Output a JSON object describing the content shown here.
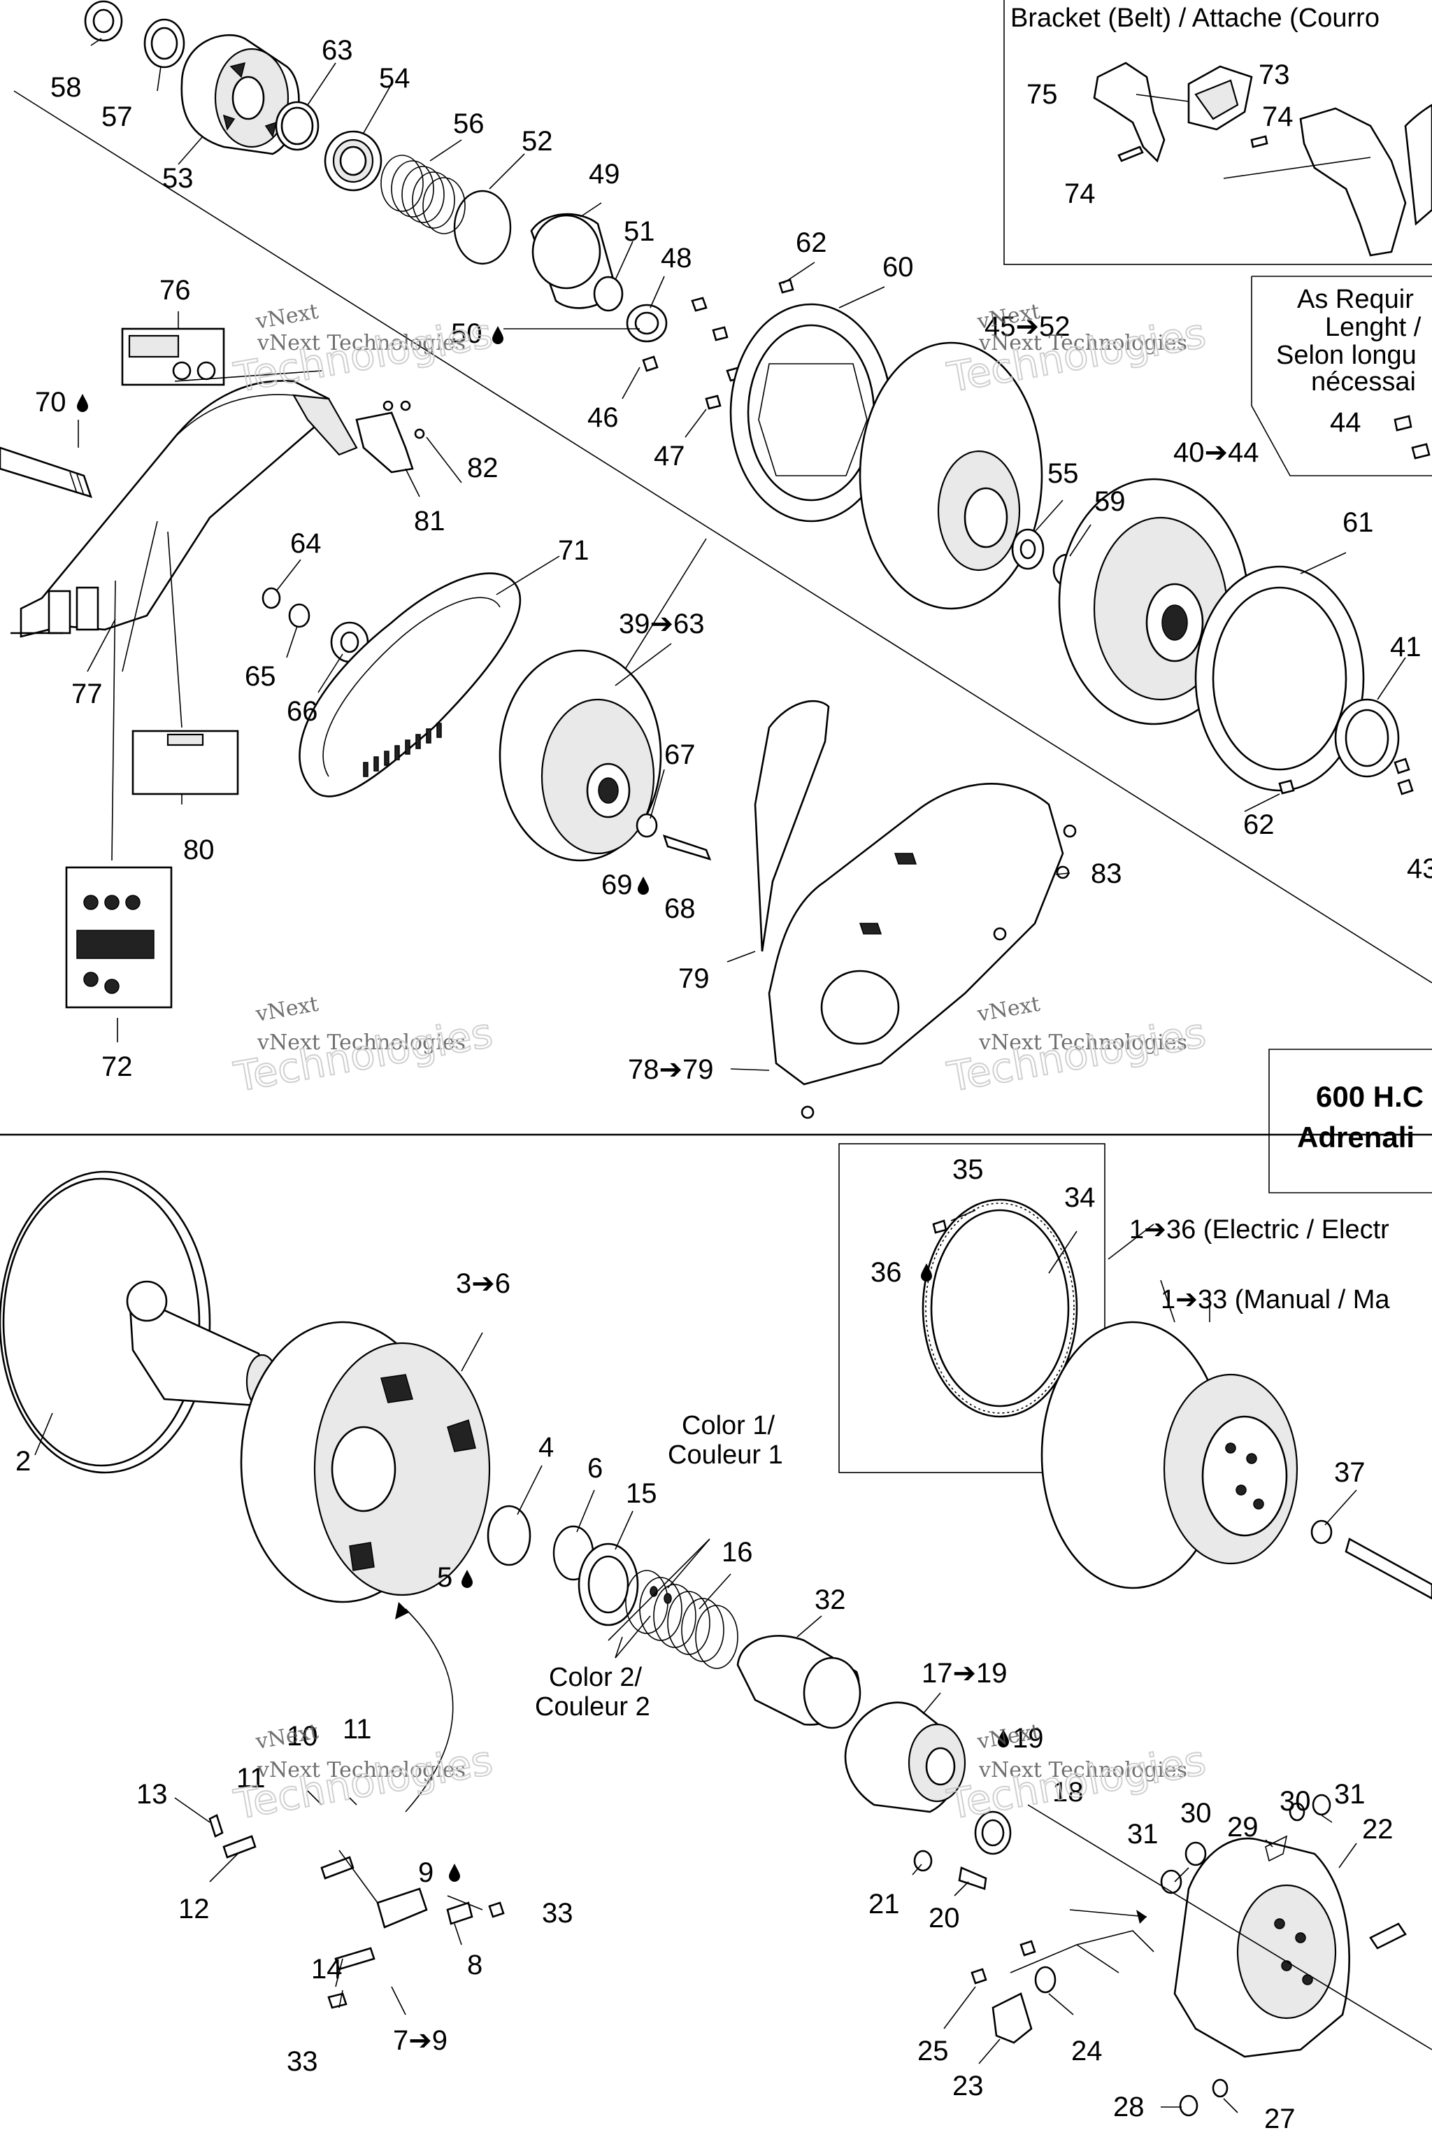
{
  "callouts": [
    {
      "id": "c58",
      "text": "58"
    },
    {
      "id": "c57",
      "text": "57"
    },
    {
      "id": "c53",
      "text": "53"
    },
    {
      "id": "c63",
      "text": "63"
    },
    {
      "id": "c54",
      "text": "54"
    },
    {
      "id": "c56",
      "text": "56"
    },
    {
      "id": "c52",
      "text": "52"
    },
    {
      "id": "c49",
      "text": "49"
    },
    {
      "id": "c51",
      "text": "51"
    },
    {
      "id": "c48",
      "text": "48"
    },
    {
      "id": "c50",
      "text": "50"
    },
    {
      "id": "c46",
      "text": "46"
    },
    {
      "id": "c47",
      "text": "47"
    },
    {
      "id": "c62a",
      "text": "62"
    },
    {
      "id": "c60",
      "text": "60"
    },
    {
      "id": "c4552",
      "text": "45➔52"
    },
    {
      "id": "c55",
      "text": "55"
    },
    {
      "id": "c59",
      "text": "59"
    },
    {
      "id": "c4044",
      "text": "40➔44"
    },
    {
      "id": "c61",
      "text": "61"
    },
    {
      "id": "c41",
      "text": "41"
    },
    {
      "id": "c62b",
      "text": "62"
    },
    {
      "id": "c43",
      "text": "43"
    },
    {
      "id": "c44",
      "text": "44"
    },
    {
      "id": "c75",
      "text": "75"
    },
    {
      "id": "c73",
      "text": "73"
    },
    {
      "id": "c74a",
      "text": "74"
    },
    {
      "id": "c74b",
      "text": "74"
    },
    {
      "id": "c76",
      "text": "76"
    },
    {
      "id": "c70",
      "text": "70"
    },
    {
      "id": "c82",
      "text": "82"
    },
    {
      "id": "c81",
      "text": "81"
    },
    {
      "id": "c64",
      "text": "64"
    },
    {
      "id": "c65",
      "text": "65"
    },
    {
      "id": "c66",
      "text": "66"
    },
    {
      "id": "c71",
      "text": "71"
    },
    {
      "id": "c3963",
      "text": "39➔63"
    },
    {
      "id": "c77",
      "text": "77"
    },
    {
      "id": "c80",
      "text": "80"
    },
    {
      "id": "c67",
      "text": "67"
    },
    {
      "id": "c69",
      "text": "69"
    },
    {
      "id": "c68",
      "text": "68"
    },
    {
      "id": "c83",
      "text": "83"
    },
    {
      "id": "c79",
      "text": "79"
    },
    {
      "id": "c7879",
      "text": "78➔79"
    },
    {
      "id": "c72",
      "text": "72"
    },
    {
      "id": "c35",
      "text": "35"
    },
    {
      "id": "c34",
      "text": "34"
    },
    {
      "id": "c36",
      "text": "36"
    },
    {
      "id": "c36s",
      "text": "3➔6"
    },
    {
      "id": "c2",
      "text": "2"
    },
    {
      "id": "c4",
      "text": "4"
    },
    {
      "id": "c6",
      "text": "6"
    },
    {
      "id": "c15",
      "text": "15"
    },
    {
      "id": "c5",
      "text": "5"
    },
    {
      "id": "c16",
      "text": "16"
    },
    {
      "id": "c32",
      "text": "32"
    },
    {
      "id": "c37",
      "text": "37"
    },
    {
      "id": "c1719",
      "text": "17➔19"
    },
    {
      "id": "c19",
      "text": "19"
    },
    {
      "id": "c18",
      "text": "18"
    },
    {
      "id": "c10",
      "text": "10"
    },
    {
      "id": "c11a",
      "text": "11"
    },
    {
      "id": "c11b",
      "text": "11"
    },
    {
      "id": "c13",
      "text": "13"
    },
    {
      "id": "c12",
      "text": "12"
    },
    {
      "id": "c9",
      "text": "9"
    },
    {
      "id": "c33a",
      "text": "33"
    },
    {
      "id": "c14",
      "text": "14"
    },
    {
      "id": "c8",
      "text": "8"
    },
    {
      "id": "c79b",
      "text": "7➔9"
    },
    {
      "id": "c33b",
      "text": "33"
    },
    {
      "id": "c21",
      "text": "21"
    },
    {
      "id": "c20",
      "text": "20"
    },
    {
      "id": "c30a",
      "text": "30"
    },
    {
      "id": "c31a",
      "text": "31"
    },
    {
      "id": "c29",
      "text": "29"
    },
    {
      "id": "c22",
      "text": "22"
    },
    {
      "id": "c31b",
      "text": "31"
    },
    {
      "id": "c30b",
      "text": "30"
    },
    {
      "id": "c25",
      "text": "25"
    },
    {
      "id": "c24",
      "text": "24"
    },
    {
      "id": "c23",
      "text": "23"
    },
    {
      "id": "c28",
      "text": "28"
    },
    {
      "id": "c27",
      "text": "27"
    }
  ],
  "captions": {
    "bracket": "Bracket (Belt) / Attache (Courro",
    "req1": "As Requir",
    "req2": "Lenght /",
    "req3": "Selon longu",
    "req4": "nécessai",
    "engine1": "600 H.C",
    "engine2": "Adrenali",
    "electric": "1➔36 (Electric / Electr",
    "manual": "1➔33 (Manual / Ma",
    "color1a": "Color 1/",
    "color1b": "Couleur 1",
    "color2a": "Color 2/",
    "color2b": "Couleur 2"
  },
  "watermark": {
    "line1": "vNext",
    "line2": "vNext Technologies",
    "line3": "Technologies"
  },
  "icons": {
    "droplet": "lubricant-droplet-icon",
    "arrow": "range-arrow"
  }
}
